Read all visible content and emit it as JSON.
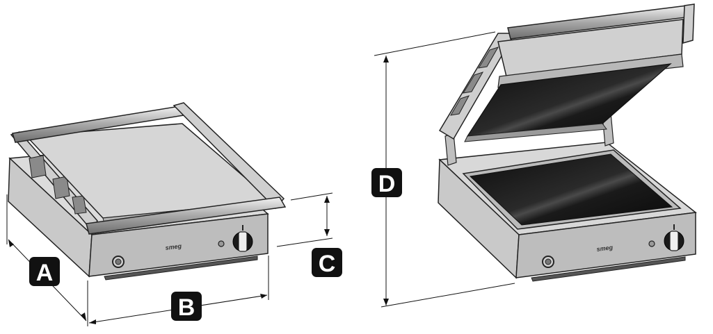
{
  "labels": {
    "a": "A",
    "b": "B",
    "c": "C",
    "d": "D"
  },
  "brand": "smeg",
  "colors": {
    "body": "#d3d3d3",
    "front": "#bfbfbf",
    "plate": "#d8d8d8",
    "glass": "#151515",
    "outline": "#222222",
    "badge": "#111111"
  }
}
